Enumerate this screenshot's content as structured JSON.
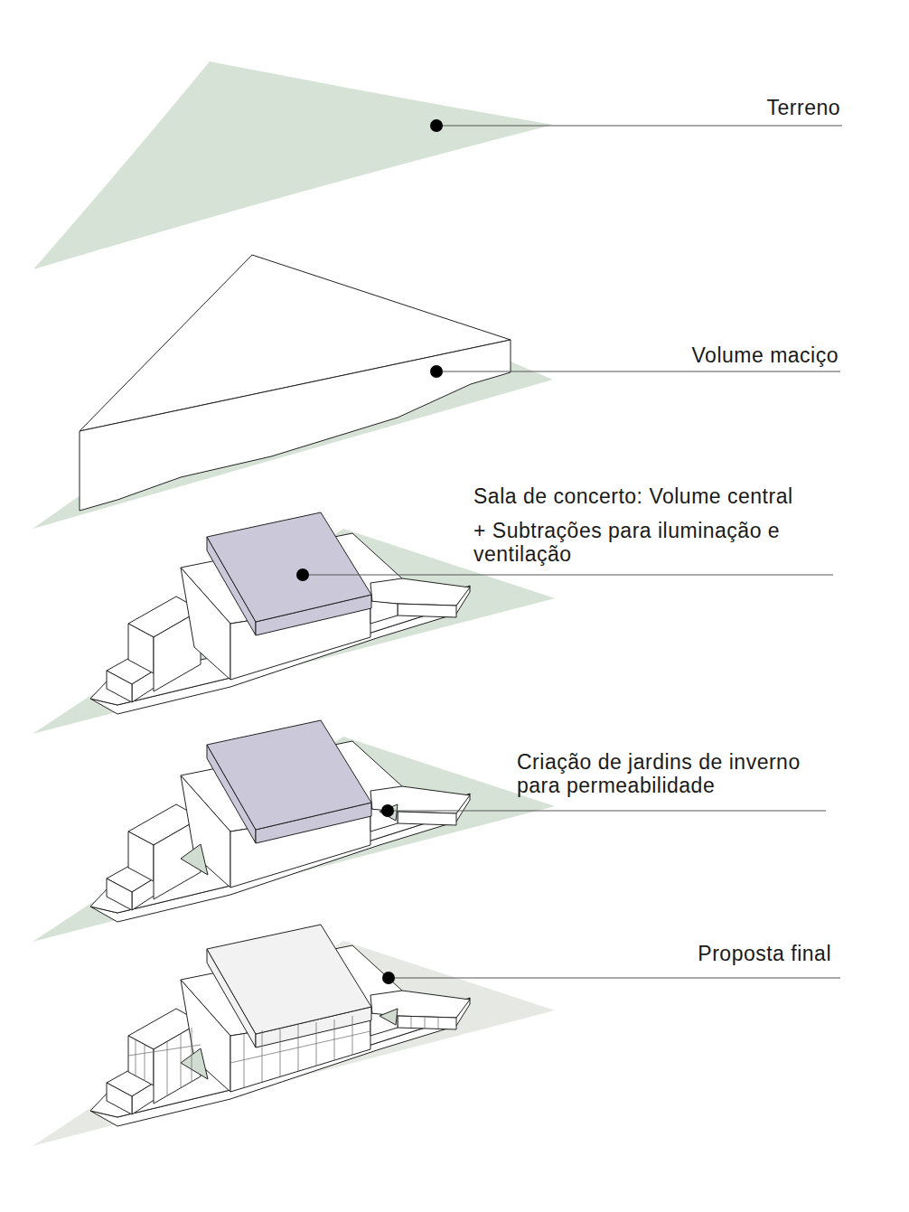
{
  "diagram": {
    "labels": [
      "Terreno",
      "Volume maciço",
      "Sala de concerto: Volume central",
      "+ Subtrações para iluminação e ventilação",
      "Criação de jardins de inverno para permeabilidade",
      "Proposta final"
    ]
  }
}
